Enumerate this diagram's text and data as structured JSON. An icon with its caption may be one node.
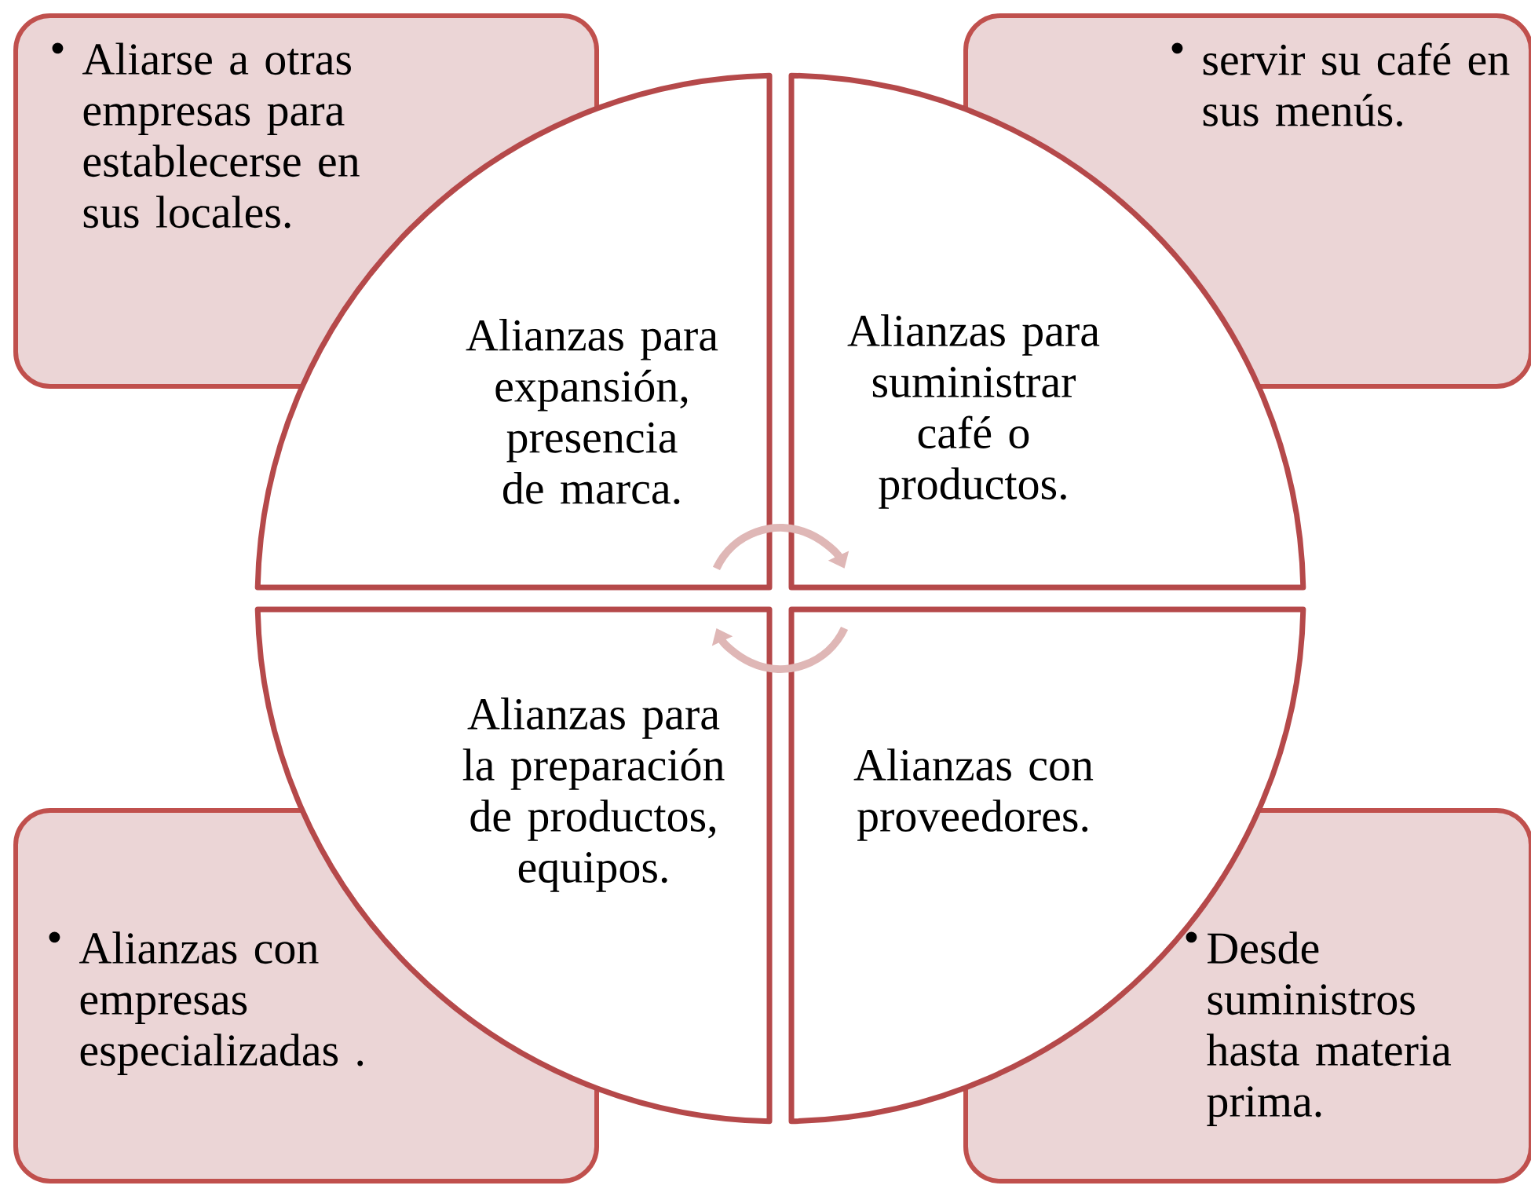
{
  "diagram": {
    "nodes": [
      {
        "text": [
          "Aliarse a otras empresas para establecerse en sus locales."
        ]
      },
      {
        "text": [
          "Alianzas para expansión, presencia de marca."
        ]
      },
      {
        "text": [
          "Alianzas para suministrar café o productos."
        ]
      },
      {
        "text": [
          "servir su café en sus menús."
        ]
      },
      {
        "text": [
          "Alianzas con empresas especializadas ."
        ]
      },
      {
        "text": [
          "Alianzas para la preparación de productos, equipos."
        ]
      },
      {
        "text": [
          "Alianzas con proveedores."
        ]
      },
      {
        "text": [
          "Desde suministros hasta materia prima."
        ]
      }
    ],
    "edges": [
      {
        "from": 1,
        "to": 2,
        "arrow": "to",
        "color": "#dfb7b6"
      },
      {
        "from": 6,
        "to": 5,
        "arrow": "to",
        "color": "#dfb7b6"
      }
    ],
    "labels": [
      "•",
      "•",
      "•",
      "•"
    ]
  }
}
